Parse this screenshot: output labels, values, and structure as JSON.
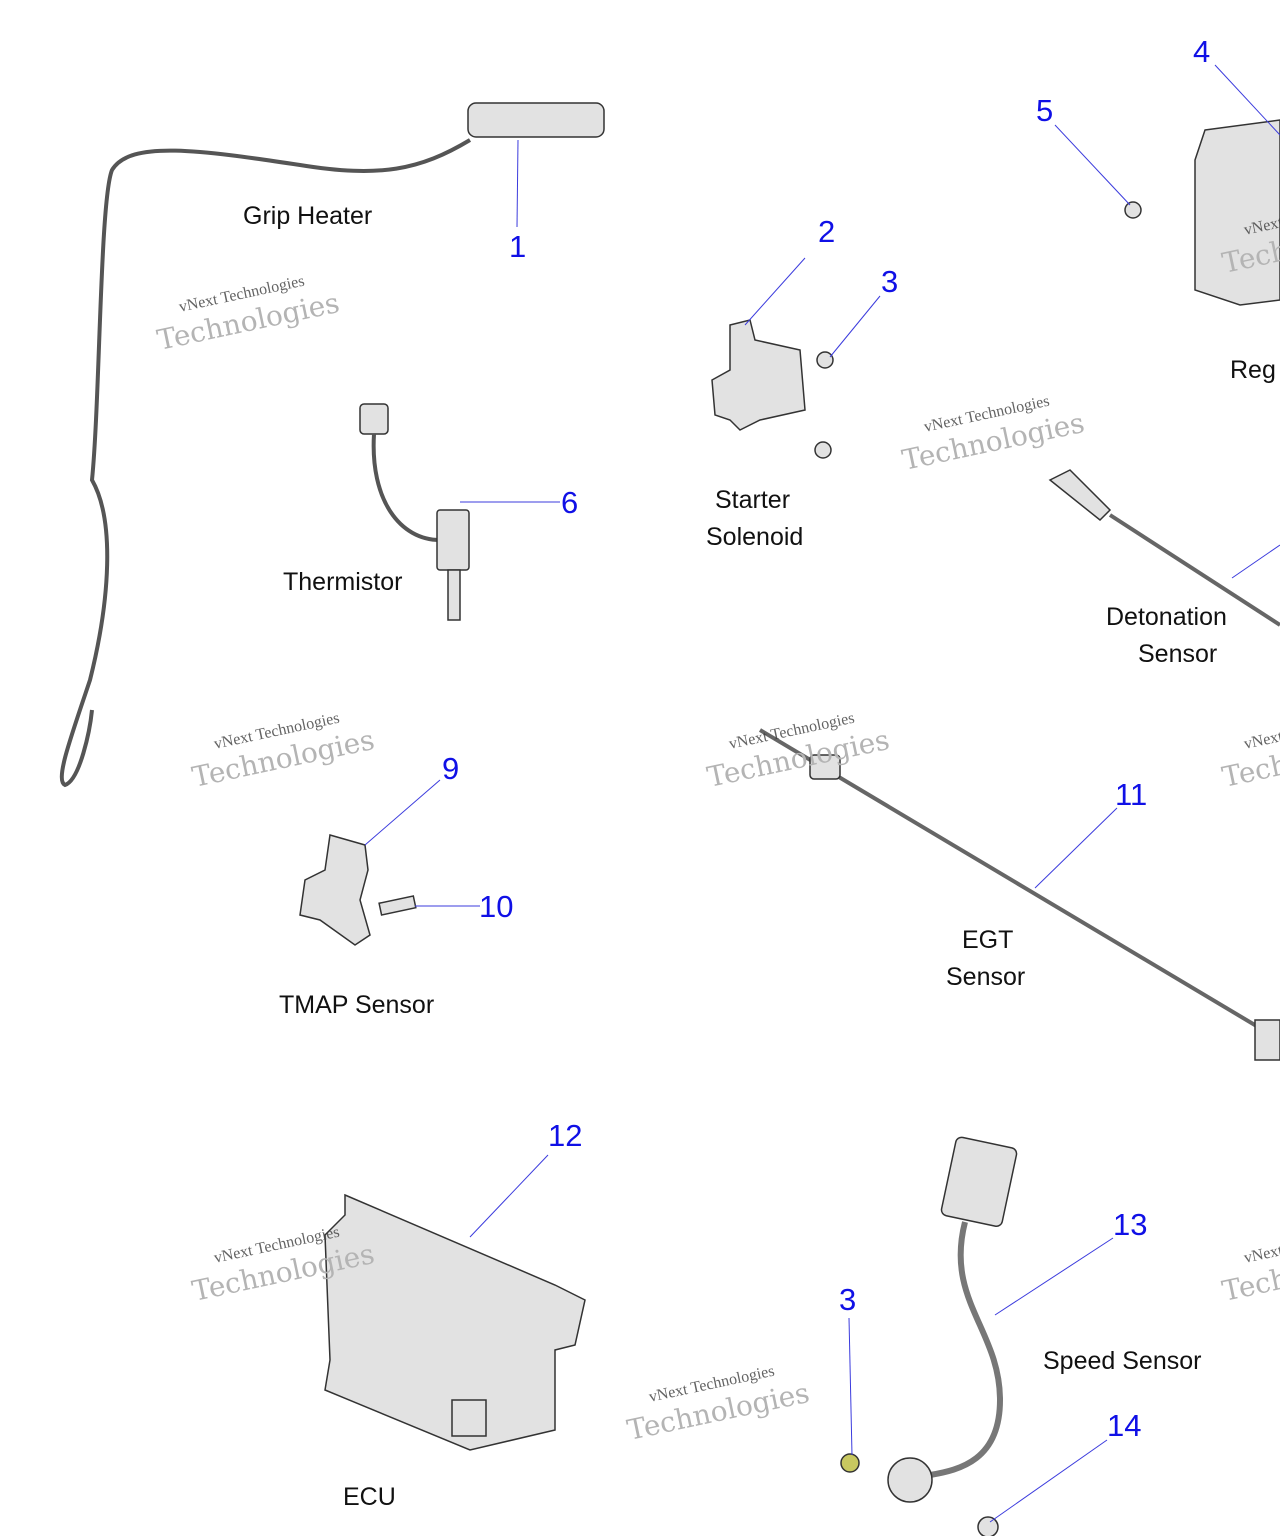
{
  "parts": [
    {
      "label": "Grip Heater",
      "callouts": [
        "1"
      ]
    },
    {
      "label": "Thermistor",
      "callouts": [
        "6"
      ]
    },
    {
      "label": "Starter\nSolenoid",
      "callouts": [
        "2",
        "3"
      ]
    },
    {
      "label": "Reg",
      "callouts": [
        "4",
        "5"
      ]
    },
    {
      "label": "Detonation\nSensor",
      "callouts": []
    },
    {
      "label": "TMAP Sensor",
      "callouts": [
        "9",
        "10"
      ]
    },
    {
      "label": "EGT\nSensor",
      "callouts": [
        "11"
      ]
    },
    {
      "label": "ECU",
      "callouts": [
        "12"
      ]
    },
    {
      "label": "Speed Sensor",
      "callouts": [
        "13",
        "3",
        "14"
      ]
    }
  ],
  "labels": {
    "grip": "Grip Heater",
    "thermistor": "Thermistor",
    "starter1": "Starter",
    "starter2": "Solenoid",
    "reg": "Reg",
    "det1": "Detonation",
    "det2": "Sensor",
    "tmap": "TMAP Sensor",
    "egt1": "EGT",
    "egt2": "Sensor",
    "ecu": "ECU",
    "speed": "Speed Sensor"
  },
  "numbers": {
    "n1": "1",
    "n2": "2",
    "n3": "3",
    "n4": "4",
    "n5": "5",
    "n6": "6",
    "n9": "9",
    "n10": "10",
    "n11": "11",
    "n12": "12",
    "n13": "13",
    "n3b": "3",
    "n14": "14"
  },
  "watermark": {
    "line1": "vNext Technologies",
    "line2": "Technologies",
    "line0": "vNext"
  },
  "colors": {
    "callout": "#1010e6",
    "leader": "#3b3bdd",
    "part": "#e2e2e2"
  }
}
